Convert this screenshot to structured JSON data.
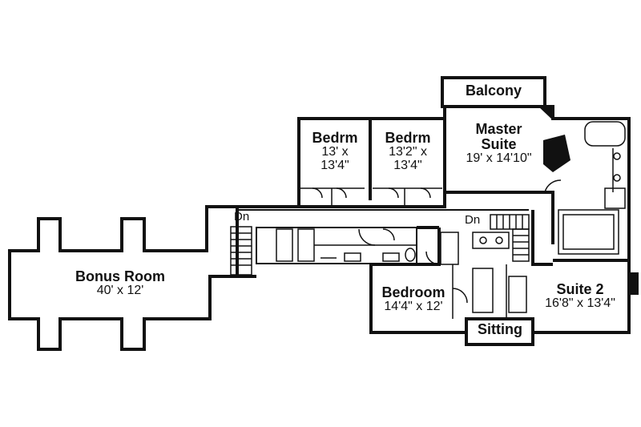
{
  "plan": {
    "wall_color": "#111111",
    "fill_color": "#ffffff",
    "rooms": [
      {
        "name": "Balcony",
        "dims": ""
      },
      {
        "name": "Master",
        "dims": ""
      },
      {
        "name": "Suite",
        "dims": "19' x 14'10\""
      },
      {
        "name": "Bedrm",
        "dims": "13' x"
      },
      {
        "name": "",
        "dims": "13'4\""
      },
      {
        "name": "Bedrm",
        "dims": "13'2\" x"
      },
      {
        "name": "",
        "dims": "13'4\""
      },
      {
        "name": "Bonus Room",
        "dims": "40' x 12'"
      },
      {
        "name": "Bedroom",
        "dims": "14'4\" x 12'"
      },
      {
        "name": "Suite 2",
        "dims": "16'8\" x 13'4\""
      },
      {
        "name": "Sitting",
        "dims": ""
      }
    ],
    "stairs": [
      "Dn",
      "Dn"
    ]
  }
}
